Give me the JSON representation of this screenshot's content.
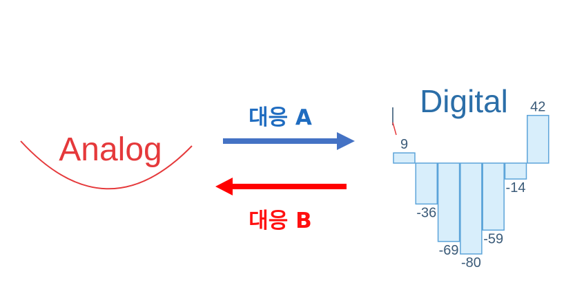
{
  "analog": {
    "label": "Analog",
    "color": "#e5393b"
  },
  "correspondence_a": {
    "label": "대응 A",
    "color": "#1f6cc0",
    "arrow_color": "#4472c4"
  },
  "correspondence_b": {
    "label": "대응 B",
    "color": "#ff1010",
    "arrow_color": "#ff0000"
  },
  "digital": {
    "label": "Digital",
    "color": "#2b6ea8"
  },
  "chart_data": {
    "type": "bar",
    "values": [
      9,
      -36,
      -69,
      -80,
      -59,
      -14,
      42
    ],
    "grid": false,
    "legend": "none",
    "bar_fill": "#d8eefb",
    "bar_stroke": "#5ba3d9",
    "label_color": "#3a5a78"
  }
}
